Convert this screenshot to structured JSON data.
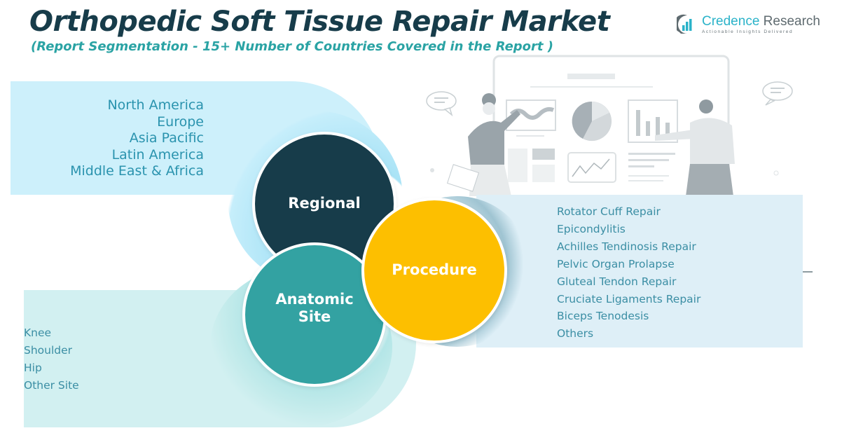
{
  "header": {
    "title": "Orthopedic Soft Tissue Repair Market",
    "subtitle": "(Report Segmentation - 15+ Number of Countries Covered in the Report )"
  },
  "logo": {
    "name_part1": "Credence",
    "name_part2": " Research",
    "tagline": "Actionable Insights Delivered",
    "icon": "bar-chart-speech-bubble-icon"
  },
  "colors": {
    "title": "#173c4a",
    "subtitle": "#2aa3a4",
    "regional": "#173c4a",
    "anatomic": "#33a2a2",
    "procedure": "#fdbf00",
    "regional_panel": "#cdf0fb",
    "procedure_panel": "#deeff7",
    "anatomic_panel": "#d2f0f1"
  },
  "segments": {
    "regional": {
      "label": "Regional",
      "items": [
        "North America",
        "Europe",
        "Asia Pacific",
        "Latin America",
        "Middle East & Africa"
      ]
    },
    "procedure": {
      "label": "Procedure",
      "items": [
        "Rotator Cuff Repair",
        "Epicondylitis",
        "Achilles Tendinosis Repair",
        "Pelvic Organ Prolapse",
        "Gluteal Tendon Repair",
        "Cruciate Ligaments Repair",
        "Biceps Tenodesis",
        "Others"
      ]
    },
    "anatomic": {
      "label_line1": "Anatomic",
      "label_line2": "Site",
      "items": [
        "Knee",
        "Shoulder",
        "Hip",
        "Other Site"
      ]
    }
  },
  "illustration": {
    "icon": "presentation-dashboard-illustration"
  }
}
